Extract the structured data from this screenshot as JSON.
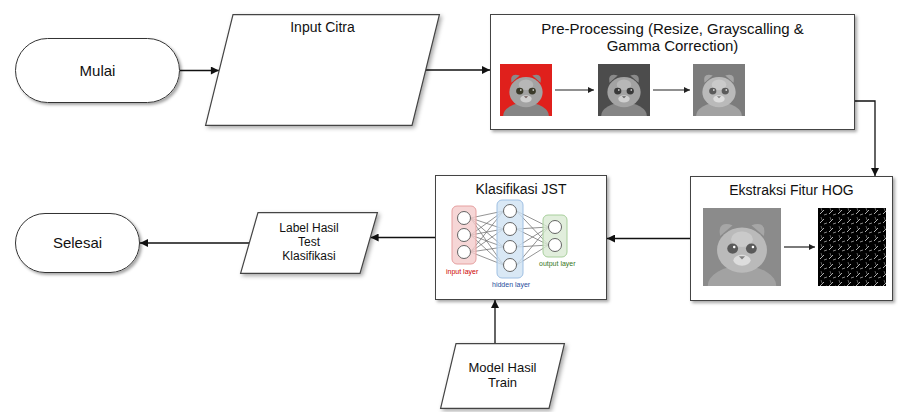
{
  "diagram": {
    "nodes": [
      {
        "text": [
          "Mulai"
        ]
      },
      {
        "text": [
          "Input Citra"
        ]
      },
      {
        "text": [
          "Pre-Processing (Resize, Grayscalling & Gamma Correction)"
        ]
      },
      {
        "text": [
          "Ekstraksi Fitur HOG"
        ]
      },
      {
        "text": [
          "Klasifikasi JST"
        ]
      },
      {
        "text": [
          "Label Hasil Test Klasifikasi"
        ]
      },
      {
        "text": [
          "Selesai"
        ]
      },
      {
        "text": [
          "Model Hasil Train"
        ]
      }
    ],
    "edges": [
      {
        "from": 0,
        "to": 1,
        "arrow": "to"
      },
      {
        "from": 1,
        "to": 2,
        "arrow": "to"
      },
      {
        "from": 2,
        "to": 3,
        "arrow": "to"
      },
      {
        "from": 3,
        "to": 4,
        "arrow": "to"
      },
      {
        "from": 4,
        "to": 5,
        "arrow": "to"
      },
      {
        "from": 5,
        "to": 6,
        "arrow": "to"
      },
      {
        "from": 7,
        "to": 4,
        "arrow": "to"
      }
    ],
    "labels": [
      "input layer",
      "hidden layer",
      "output layer"
    ]
  }
}
